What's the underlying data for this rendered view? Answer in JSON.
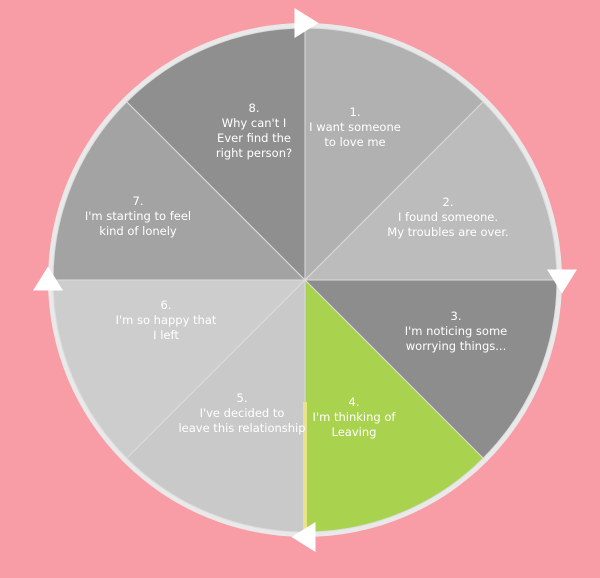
{
  "page": {
    "background": "#f89ca6"
  },
  "wheel": {
    "ring_color": "#e9e9e9",
    "segments": [
      {
        "id": "segment-1",
        "number": "1.",
        "lines": [
          "I want someone",
          "to love me"
        ],
        "color": "#b1b1b1"
      },
      {
        "id": "segment-2",
        "number": "2.",
        "lines": [
          "I found someone.",
          "My troubles are over."
        ],
        "color": "#bcbcbc"
      },
      {
        "id": "segment-3",
        "number": "3.",
        "lines": [
          "I'm noticing some",
          "worrying things..."
        ],
        "color": "#8d8d8d"
      },
      {
        "id": "segment-4",
        "number": "4.",
        "lines": [
          "I'm thinking of",
          "Leaving"
        ],
        "color": "#a9d34f"
      },
      {
        "id": "segment-5",
        "number": "5.",
        "lines": [
          "I've decided to",
          "leave this relationship"
        ],
        "color": "#c9c9c9"
      },
      {
        "id": "segment-6",
        "number": "6.",
        "lines": [
          "I'm so happy that",
          "I left"
        ],
        "color": "#cdcdcd"
      },
      {
        "id": "segment-7",
        "number": "7.",
        "lines": [
          "I'm starting to feel",
          "kind of lonely"
        ],
        "color": "#a3a3a3"
      },
      {
        "id": "segment-8",
        "number": "8.",
        "lines": [
          "Why can't I",
          "Ever find the",
          "right person?"
        ],
        "color": "#8f8f8f"
      }
    ],
    "arrows": [
      {
        "name": "arrow-top-icon",
        "direction": "right"
      },
      {
        "name": "arrow-right-icon",
        "direction": "down"
      },
      {
        "name": "arrow-bottom-icon",
        "direction": "left"
      },
      {
        "name": "arrow-left-icon",
        "direction": "up"
      }
    ]
  }
}
